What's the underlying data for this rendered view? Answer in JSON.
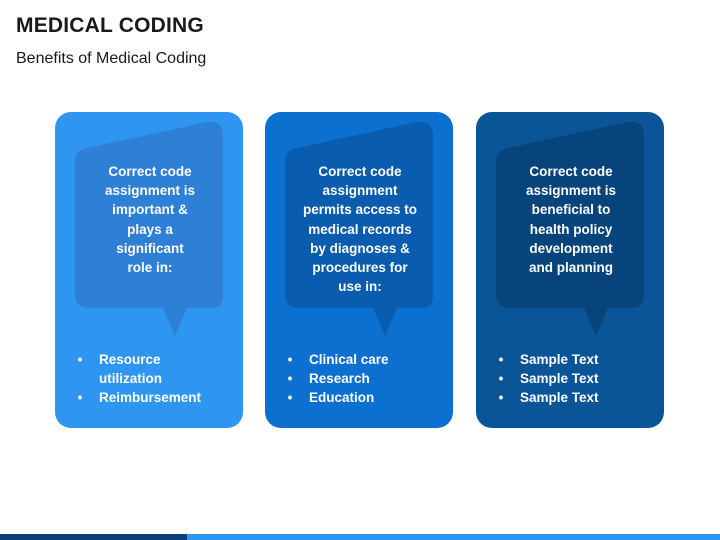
{
  "slide": {
    "title": "MEDICAL CODING",
    "subtitle": "Benefits of Medical Coding"
  },
  "cards": [
    {
      "color": "#2e96f0",
      "bubble_color": "#2e7fd6",
      "bubble_lines": [
        "Correct code",
        "assignment is",
        "important &",
        "plays a",
        "significant",
        "role in:"
      ],
      "bullets": [
        "Resource",
        "Reimbursement"
      ],
      "bullet_continuation": "utilization"
    },
    {
      "color": "#0b70cf",
      "bubble_color": "#0a5cae",
      "bubble_lines": [
        "Correct code",
        "assignment",
        "permits access to",
        "medical records",
        "by diagnoses &",
        "procedures for",
        "use in:"
      ],
      "bullets": [
        "Clinical care",
        "Research",
        "Education"
      ]
    },
    {
      "color": "#0a5498",
      "bubble_color": "#08447c",
      "bubble_lines": [
        "Correct code",
        "assignment is",
        "beneficial to",
        "health policy",
        "development",
        "and planning"
      ],
      "bullets": [
        "Sample Text",
        "Sample Text",
        "Sample Text"
      ]
    }
  ],
  "colors": {
    "footer_dark": "#0a3f7a",
    "footer_light": "#2e96f0"
  }
}
